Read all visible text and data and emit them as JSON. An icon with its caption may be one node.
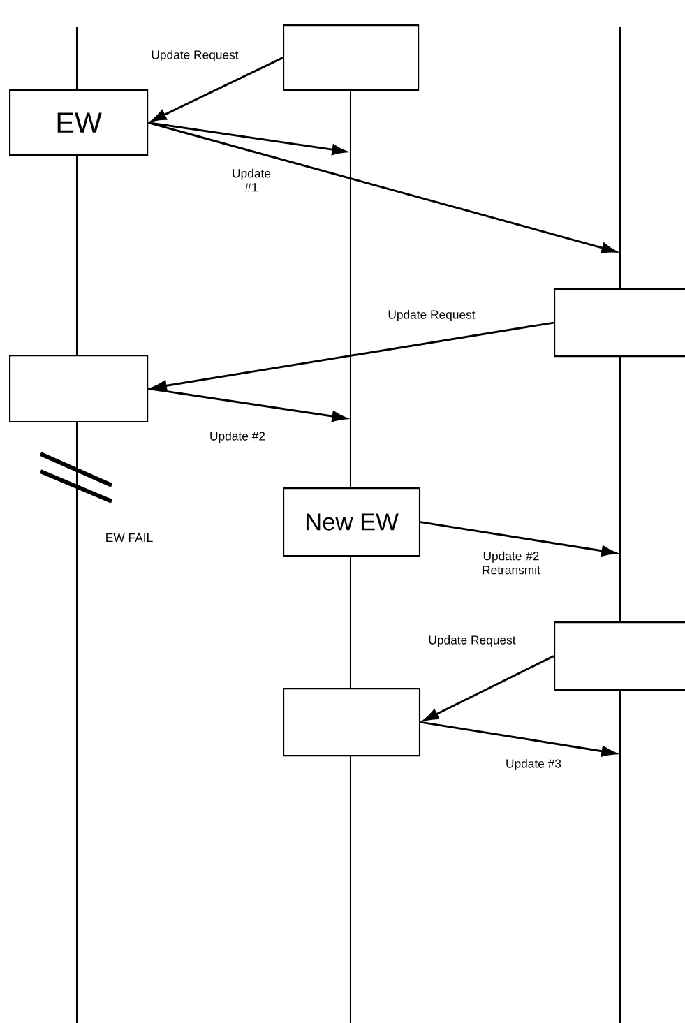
{
  "diagram": {
    "nodes": [
      {
        "text": [],
        "shape": "box"
      },
      {
        "text": [
          "EW"
        ]
      },
      {
        "text": [],
        "shape": "box"
      },
      {
        "text": [],
        "shape": "box"
      },
      {
        "text": [
          "New EW"
        ]
      },
      {
        "text": [],
        "shape": "box"
      },
      {
        "text": [],
        "shape": "box"
      }
    ],
    "edges": [
      {
        "from": 0,
        "to": 1,
        "arrow": "to",
        "label": "Update Request"
      },
      {
        "from": 1,
        "to": null,
        "arrow": "to"
      },
      {
        "from": 1,
        "to": null,
        "arrow": "to",
        "label": "Update #1"
      },
      {
        "from": 2,
        "to": 3,
        "arrow": "to",
        "label": "Update Request"
      },
      {
        "from": 3,
        "to": null,
        "arrow": "to",
        "label": "Update #2"
      },
      {
        "from": 4,
        "to": null,
        "arrow": "to",
        "label": "Update #2 Retransmit"
      },
      {
        "from": 5,
        "to": 6,
        "arrow": "to",
        "label": "Update Request"
      },
      {
        "from": 6,
        "to": null,
        "arrow": "to",
        "label": "Update #3"
      }
    ],
    "labels": [
      "EW FAIL"
    ]
  }
}
